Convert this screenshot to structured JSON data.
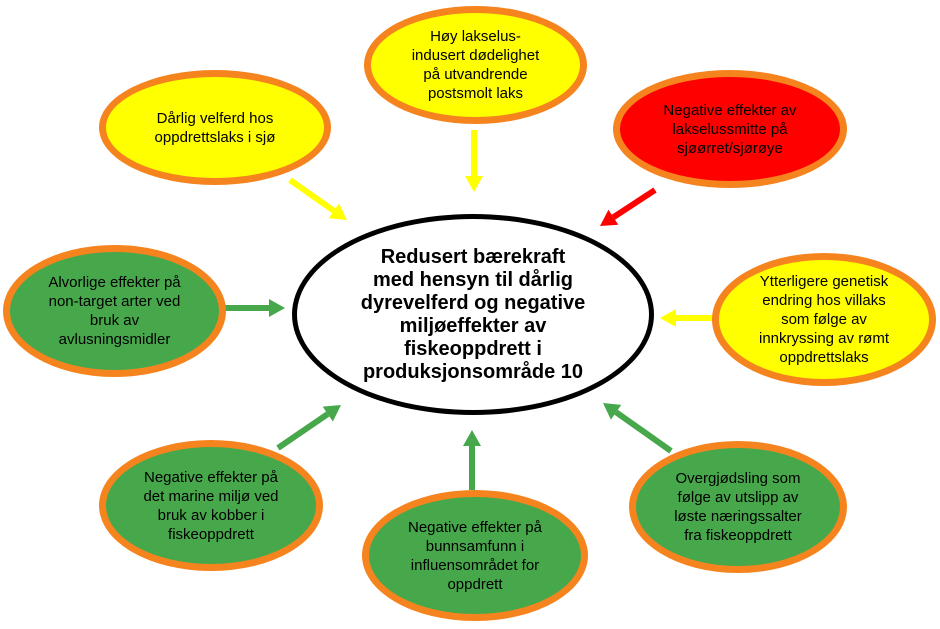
{
  "center": {
    "text": "Redusert bærekraft\nmed hensyn til dårlig\ndyrevelferd og negative\nmiljøeffekter av\nfiskeoppdrett i\nproduksjonsområde 10"
  },
  "nodes": [
    {
      "id": "hoy-lakselus",
      "text": "Høy lakselus-\nindusert dødelighet\npå utvandrende\npostsmolt laks",
      "fill": "#ffff00",
      "arrow": "#ffff00"
    },
    {
      "id": "darlig-velferd",
      "text": "Dårlig velferd hos\noppdrettslaks i sjø",
      "fill": "#ffff00",
      "arrow": "#ffff00"
    },
    {
      "id": "negative-lakselussmitte",
      "text": "Negative effekter av\nlakselussmitte på\nsjøørret/sjørøye",
      "fill": "#ff0000",
      "arrow": "#ff0000"
    },
    {
      "id": "alvorlige-effekter",
      "text": "Alvorlige effekter på\nnon-target arter ved\nbruk av\navlusningsmidler",
      "fill": "#47a84b",
      "arrow": "#47a84b"
    },
    {
      "id": "genetisk-endring",
      "text": "Ytterligere genetisk\nendring hos villaks\nsom følge av\ninnkryssing av rømt\noppdrettslaks",
      "fill": "#ffff00",
      "arrow": "#ffff00"
    },
    {
      "id": "kobber",
      "text": "Negative effekter på\ndet marine miljø ved\nbruk av kobber i\nfiskeoppdrett",
      "fill": "#47a84b",
      "arrow": "#47a84b"
    },
    {
      "id": "bunnsamfunn",
      "text": "Negative effekter på\nbunnsamfunn i\ninfluensområdet for\noppdrett",
      "fill": "#47a84b",
      "arrow": "#47a84b"
    },
    {
      "id": "overgjodsling",
      "text": "Overgjødsling som\nfølge av utslipp av\nløste næringssalter\nfra fiskeoppdrett",
      "fill": "#47a84b",
      "arrow": "#47a84b"
    }
  ],
  "colors": {
    "border": "#f5841f",
    "yellow": "#ffff00",
    "red": "#ff0000",
    "green": "#47a84b"
  }
}
